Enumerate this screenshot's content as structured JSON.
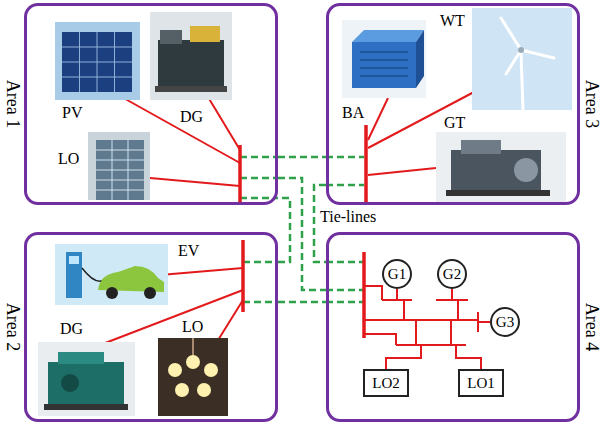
{
  "diagram": {
    "nodes": [
      {
        "text": [
          "Area 1"
        ]
      },
      {
        "text": [
          "Area 3"
        ]
      },
      {
        "text": [
          "Area 2"
        ]
      },
      {
        "text": [
          "Area 4"
        ]
      },
      {
        "text": [
          "G1"
        ],
        "in": 3
      },
      {
        "text": [
          "G2"
        ],
        "in": 3
      },
      {
        "text": [
          "G3"
        ],
        "in": 3
      },
      {
        "text": [
          "LO2"
        ],
        "in": 3
      },
      {
        "text": [
          "LO1"
        ],
        "in": 3
      }
    ],
    "edges": [
      {
        "from": 0,
        "to": 1,
        "arrow": "none"
      },
      {
        "from": 0,
        "to": 3,
        "arrow": "none"
      },
      {
        "from": 2,
        "to": 0,
        "arrow": "none"
      },
      {
        "from": 1,
        "to": 3,
        "arrow": "none"
      },
      {
        "from": 2,
        "to": 3,
        "arrow": "none"
      }
    ],
    "labels": [
      "PV",
      "DG",
      "LO",
      "WT",
      "BA",
      "GT",
      "Tie-lines",
      "EV",
      "DG",
      "LO"
    ]
  }
}
